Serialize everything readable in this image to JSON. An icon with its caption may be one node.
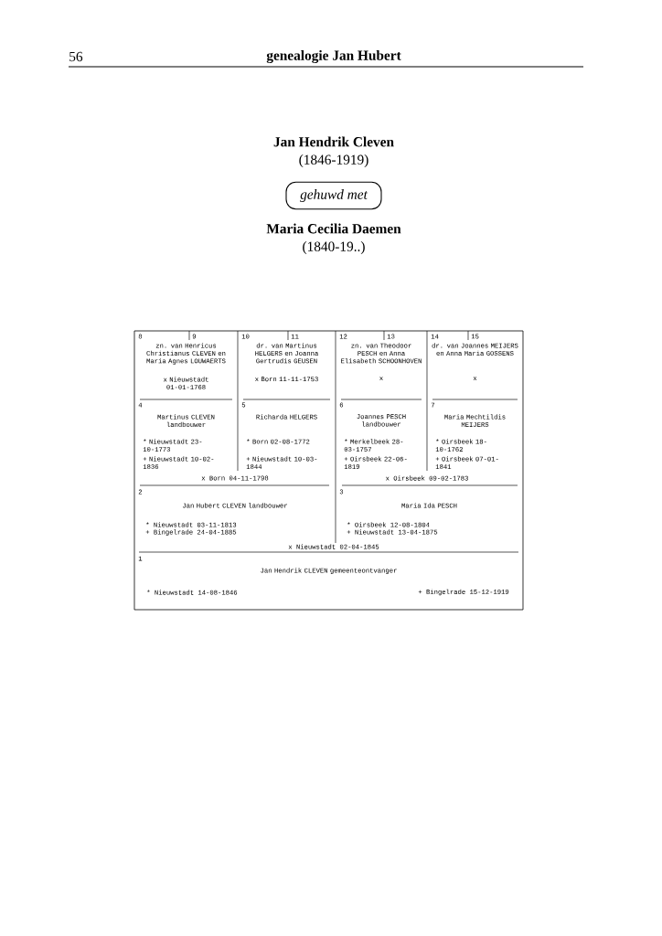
{
  "diagram": {
    "title": "genealogie Jan Hubert",
    "nodes": [
      {
        "text": [
          "gehuwd met"
        ]
      },
      {
        "text": [
          "8",
          "9",
          "zn. van Henricus Christianus CLEVEN en Maria Agnes LOUWAERTS",
          "x Nieuwstadt 01-01-1768"
        ]
      },
      {
        "text": [
          "10",
          "11",
          "dr. van Martinus HELGERS en Joanna Gertrudis GEUSEN",
          "x Born 11-11-1753"
        ]
      },
      {
        "text": [
          "12",
          "13",
          "zn. van Theodoor PESCH en Anna Elisabeth SCHOONHOVEN",
          "x"
        ]
      },
      {
        "text": [
          "14",
          "15",
          "dr. van Joannes MEIJERS en Anna Maria GOSSENS",
          "x"
        ]
      },
      {
        "text": [
          "4",
          "Martinus CLEVEN landbouwer",
          "* Nieuwstadt 23-10-1773",
          "+ Nieuwstadt 10-02-1836"
        ]
      },
      {
        "text": [
          "5",
          "Richarda HELGERS",
          "* Born 02-08-1772",
          "+ Nieuwstadt 10-03-1844"
        ]
      },
      {
        "text": [
          "6",
          "Joannes PESCH landbouwer",
          "* Merkelbeek 28-03-1757",
          "+ Oirsbeek 22-06-1819"
        ]
      },
      {
        "text": [
          "7",
          "Maria Mechtildis MEIJERS",
          "* Oirsbeek 18-10-1762",
          "+ Oirsbeek 07-01-1841"
        ]
      },
      {
        "text": [
          "2",
          "Jan Hubert CLEVEN landbouwer",
          "* Nieuwstadt 03-11-1813",
          "+ Bingelrade 24-04-1885"
        ]
      },
      {
        "text": [
          "3",
          "Maria Ida PESCH",
          "* Oirsbeek 12-08-1804",
          "+ Nieuwstadt 13-04-1875"
        ]
      },
      {
        "text": [
          "1",
          "Jan Hendrik CLEVEN gemeenteontvanger",
          "* Nieuwstadt 14-08-1846",
          "+ Bingelrade 15-12-1919"
        ]
      }
    ],
    "labels": [
      "56",
      "Jan Hendrik Cleven",
      "(1846-1919)",
      "Maria Cecilia Daemen",
      "(1840-19..)",
      "x Born 04-11-1798",
      "x Oirsbeek 09-02-1783",
      "x Nieuwstadt 02-04-1845"
    ]
  }
}
